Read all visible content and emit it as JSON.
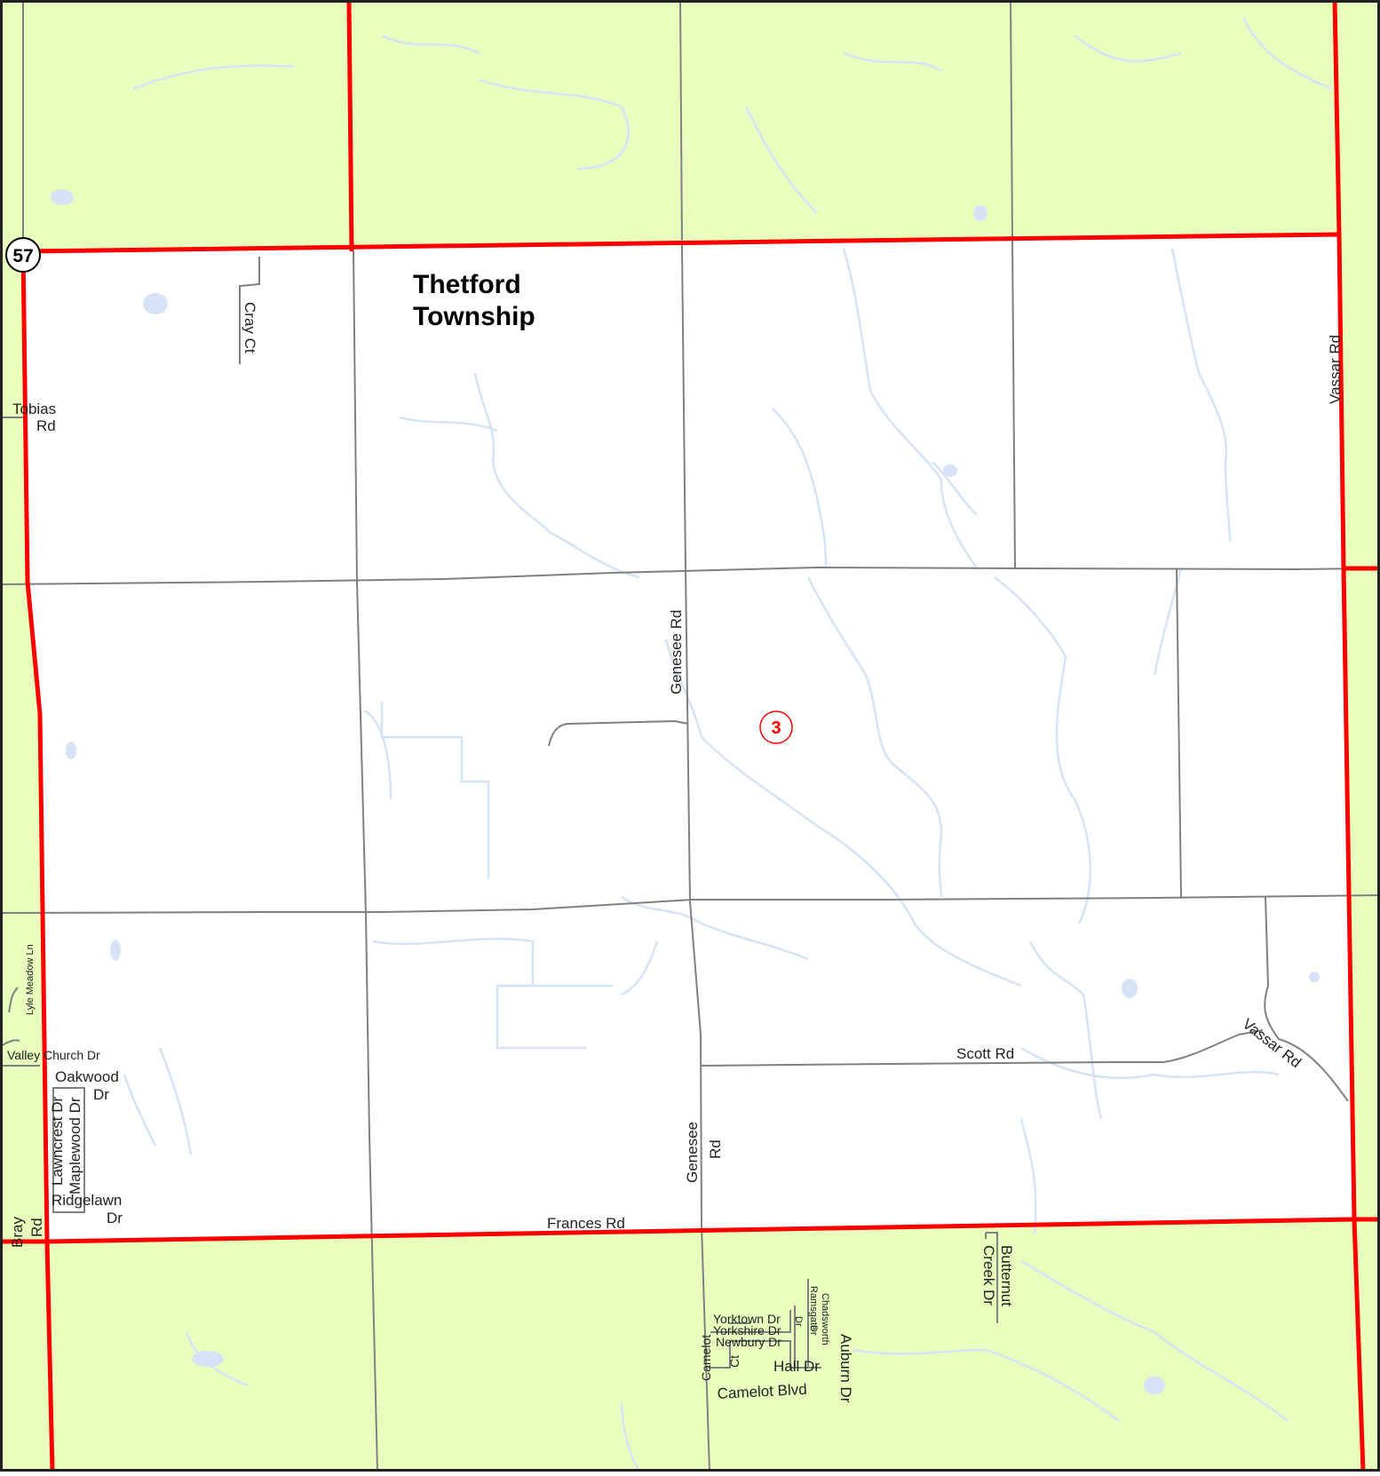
{
  "map": {
    "township_name_line1": "Thetford",
    "township_name_line2": "Township",
    "route_shield": "57",
    "district_number": "3",
    "colors": {
      "outside_area": "#e8ffbd",
      "inside_area": "#ffffff",
      "boundary": "#ff0000",
      "road": "#808080",
      "water": "#d6e3f7",
      "frame": "#222222"
    }
  },
  "roads": {
    "cray_ct": "Cray Ct",
    "tobias_rd_1": "Tobias",
    "tobias_rd_2": "Rd",
    "vassar_rd_north": "Vassar Rd",
    "genesee_rd_north": "Genesee Rd",
    "lyle_meadow_ln": "Lyle Meadow Ln",
    "valley_church_dr": "Valley Church Dr",
    "oakwood_dr_1": "Oakwood",
    "oakwood_dr_2": "Dr",
    "lawncrest_dr": "Lawncrest Dr",
    "maplewood_dr": "Maplewood Dr",
    "ridgelawn_dr_1": "Ridgelawn",
    "ridgelawn_dr_2": "Dr",
    "bray_rd_1": "Bray",
    "bray_rd_2": "Rd",
    "scott_rd": "Scott Rd",
    "vassar_rd_south": "Vassar Rd",
    "genesee_rd_south_1": "Genesee",
    "genesee_rd_south_2": "Rd",
    "frances_rd": "Frances Rd",
    "butternut_creek_dr_1": "Butternut",
    "butternut_creek_dr_2": "Creek Dr",
    "yorktown_dr": "Yorktown Dr",
    "yorkshire_dr": "Yorkshire Dr",
    "newbury_dr": "Newbury Dr",
    "camelot_ct_1": "Camelot",
    "camelot_ct_2": "Ct",
    "hall_dr": "Hall Dr",
    "camelot_blvd": "Camelot Blvd",
    "chadsworth_dr_1": "Chadsworth",
    "chadsworth_dr_2": "Dr",
    "ramsgate_dr_1": "Ramsgate",
    "ramsgate_dr_2": "Dr",
    "auburn_dr": "Auburn Dr"
  }
}
